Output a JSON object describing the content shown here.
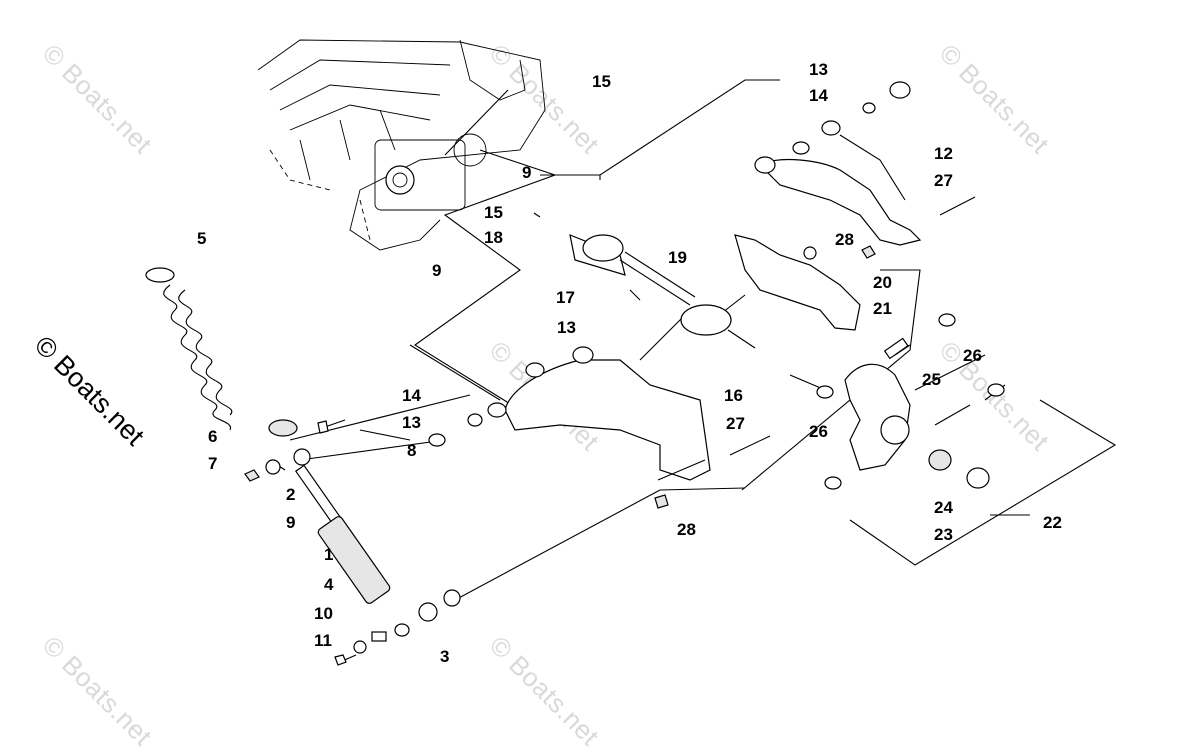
{
  "watermarks": [
    "© Boats.net",
    "© Boats.net",
    "© Boats.net",
    "© Boats.net",
    "© Boats.net",
    "© Boats.net",
    "© Boats.net"
  ],
  "brand_text": "© Boats.net",
  "callouts": [
    "15",
    "9",
    "15",
    "18",
    "9",
    "5",
    "19",
    "17",
    "13",
    "14",
    "13",
    "8",
    "6",
    "7",
    "2",
    "9",
    "1",
    "4",
    "10",
    "11",
    "3",
    "16",
    "27",
    "28",
    "13",
    "14",
    "12",
    "27",
    "28",
    "20",
    "21",
    "26",
    "25",
    "26",
    "24",
    "23",
    "22"
  ]
}
